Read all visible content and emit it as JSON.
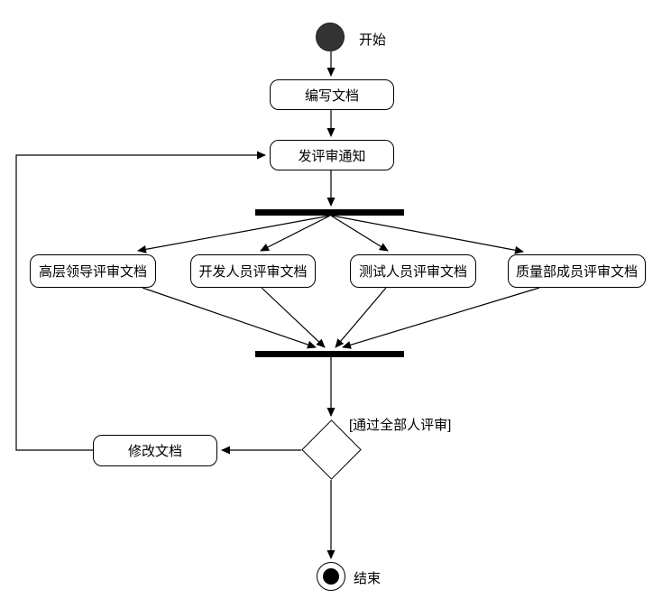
{
  "diagram": {
    "type": "uml-activity-diagram",
    "start": {
      "label": "开始"
    },
    "end": {
      "label": "结束"
    },
    "nodes": {
      "write_doc": {
        "label": "编写文档"
      },
      "send_notice": {
        "label": "发评审通知"
      },
      "review_leader": {
        "label": "高层领导评审文档"
      },
      "review_dev": {
        "label": "开发人员评审文档"
      },
      "review_test": {
        "label": "测试人员评审文档"
      },
      "review_qa": {
        "label": "质量部成员评审文档"
      },
      "modify_doc": {
        "label": "修改文档"
      }
    },
    "decision": {
      "guard": "[通过全部人评审]"
    },
    "colors": {
      "stroke": "#000000",
      "node_fill": "#ffffff",
      "bar_fill": "#000000",
      "start_fill": "#333333",
      "background": "#ffffff"
    }
  }
}
